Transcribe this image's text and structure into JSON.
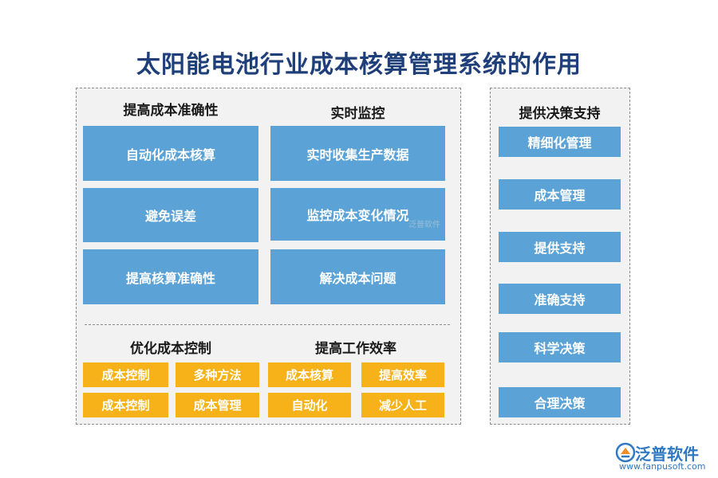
{
  "title": "太阳能电池行业成本核算管理系统的作用",
  "left_panel": {
    "groups": [
      {
        "heading": "提高成本准确性",
        "items": [
          "自动化成本核算",
          "避免误差",
          "提高核算准确性"
        ]
      },
      {
        "heading": "实时监控",
        "items": [
          "实时收集生产数据",
          "监控成本变化情况",
          "解决成本问题"
        ]
      },
      {
        "heading": "优化成本控制",
        "items": [
          "成本控制",
          "多种方法",
          "成本控制",
          "成本管理"
        ]
      },
      {
        "heading": "提高工作效率",
        "items": [
          "成本核算",
          "提高效率",
          "自动化",
          "减少人工"
        ]
      }
    ]
  },
  "right_panel": {
    "heading": "提供决策支持",
    "items": [
      "精细化管理",
      "成本管理",
      "提供支持",
      "准确支持",
      "科学决策",
      "合理决策"
    ]
  },
  "watermark": "泛普软件",
  "logo": {
    "name": "泛普软件",
    "url": "www.fanpusoft.com"
  },
  "colors": {
    "title": "#1f3f7a",
    "blue_box": "#5ba3d6",
    "orange_box": "#f7b219",
    "logo": "#2f78c4"
  }
}
